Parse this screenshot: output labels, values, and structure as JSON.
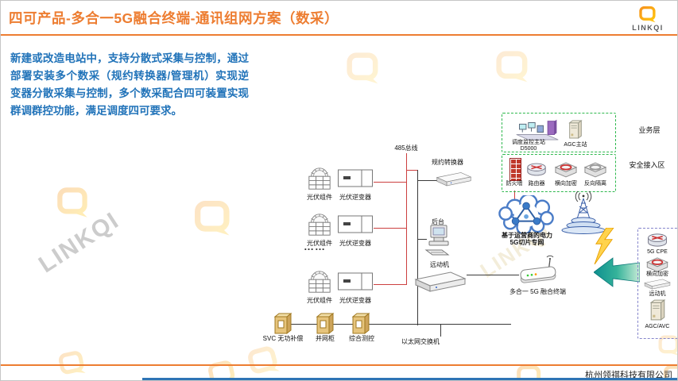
{
  "header": {
    "title": "四可产品-多合一5G融合终端-通讯组网方案（数采）",
    "logo_text": "LINKQI"
  },
  "intro": {
    "text": "新建或改造电站中，支持分散式采集与控制，通过部署安装多个数采（规约转换器/管理机）实现逆变器分散采集与控制，多个数采配合四可装置实现群调群控功能，满足调度四可要求。"
  },
  "diagram": {
    "bus": {
      "label": "485总线"
    },
    "ethernet": {
      "label": "以太网交换机"
    },
    "converter": {
      "label": "规约转换器"
    },
    "backend": {
      "label": "后台"
    },
    "rtu": {
      "label": "远动机"
    },
    "terminal": {
      "label": "多合一 5G 融合终端"
    },
    "cloud": {
      "line1": "基于运营商的电力",
      "line2": "5G切片专网"
    },
    "pv": {
      "panel_label": "光伏组件",
      "inverter_label": "光伏逆变器",
      "ellipsis": "……"
    },
    "cabinets": [
      "SVC 无功补偿",
      "并网柜",
      "综合测控"
    ],
    "zones": {
      "business": {
        "label": "业务层",
        "items": [
          {
            "label": "调度监控主站",
            "sublabel": "D5000"
          },
          {
            "label": "AGC主站"
          }
        ]
      },
      "security": {
        "label": "安全接入区",
        "items": [
          "防火墙",
          "路由器",
          "横向加密",
          "反向隔离"
        ]
      },
      "station": {
        "items": [
          "5G CPE",
          "横向加密",
          "远动机",
          "AGC/AVC"
        ]
      }
    }
  },
  "footer": {
    "company": "杭州领祺科技有限公司"
  },
  "colors": {
    "accent_orange": "#ED7D31",
    "text_blue": "#2173B9",
    "zone_green": "#2EB84D",
    "station_border": "#8585CC",
    "bus_red": "#CC4040",
    "arrow_teal": "#0D8F8F",
    "logo_orange": "#F7941D",
    "logo_yellow": "#FFC20E",
    "bottom_bar_blue": "#2E74B5"
  }
}
